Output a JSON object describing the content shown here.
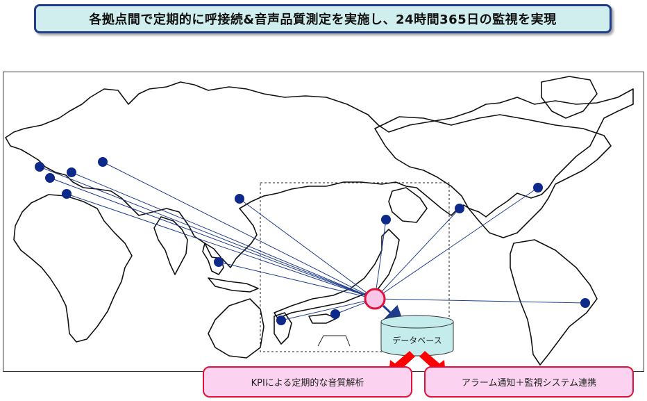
{
  "title": "各拠点間で定期的に呼接続&音声品質測定を実施し、24時間365日の監視を実現",
  "database_label": "データベース",
  "kpi_box_label": "KPIによる定期的な音質解析",
  "alarm_box_label": "アラーム通知＋監視システム連携",
  "colors": {
    "title_bg": "#cfeeed",
    "title_border": "#1f3d8c",
    "site_dot": "#0d2a8a",
    "hub_fill": "#f9c6e8",
    "hub_stroke": "#e0103a",
    "link_line": "#1f3d8c",
    "db_fill": "#c5ecec",
    "box_fill": "#fbd3f0",
    "box_border": "#e0103a",
    "arrow_red": "#ff0000"
  }
}
